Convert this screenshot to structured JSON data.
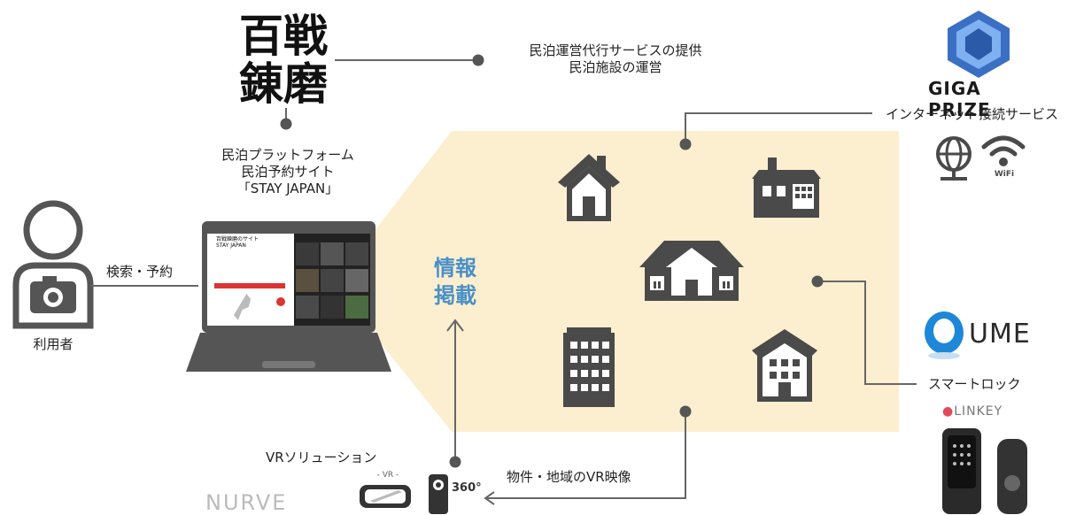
{
  "operator": {
    "logo_chars": [
      "百",
      "戦",
      "錬",
      "磨"
    ],
    "services": [
      "民泊運営代行サービスの提供",
      "民泊施設の運営"
    ]
  },
  "platform": {
    "lines": [
      "民泊プラットフォーム",
      "民泊予約サイト",
      "「STAY JAPAN」"
    ],
    "screen_title_lines": [
      "百戦錬磨のサイト",
      "STAY JAPAN"
    ]
  },
  "user": {
    "label": "利用者",
    "action": "検索・予約"
  },
  "listing": {
    "lines": [
      "情報",
      "掲載"
    ],
    "color": "#4a90c8"
  },
  "gigaprize": {
    "logo_text": "GIGA PRIZE",
    "service": "インターネット接続サービス",
    "wifi_label": "WiFi"
  },
  "ume": {
    "logo_text": "UME",
    "service": "スマートロック",
    "linkey_text": "LINKEY"
  },
  "vr": {
    "title": "VRソリューション",
    "nurve_text": "NURVE",
    "headset_label": "- VR -",
    "camera_badge": "360°",
    "footage": "物件・地域のVR映像"
  },
  "colors": {
    "highlight_area": "#fcefcf",
    "icon": "#4a4a4a",
    "accent_blue": "#4a90c8",
    "linkey_red": "#e04a5a"
  }
}
